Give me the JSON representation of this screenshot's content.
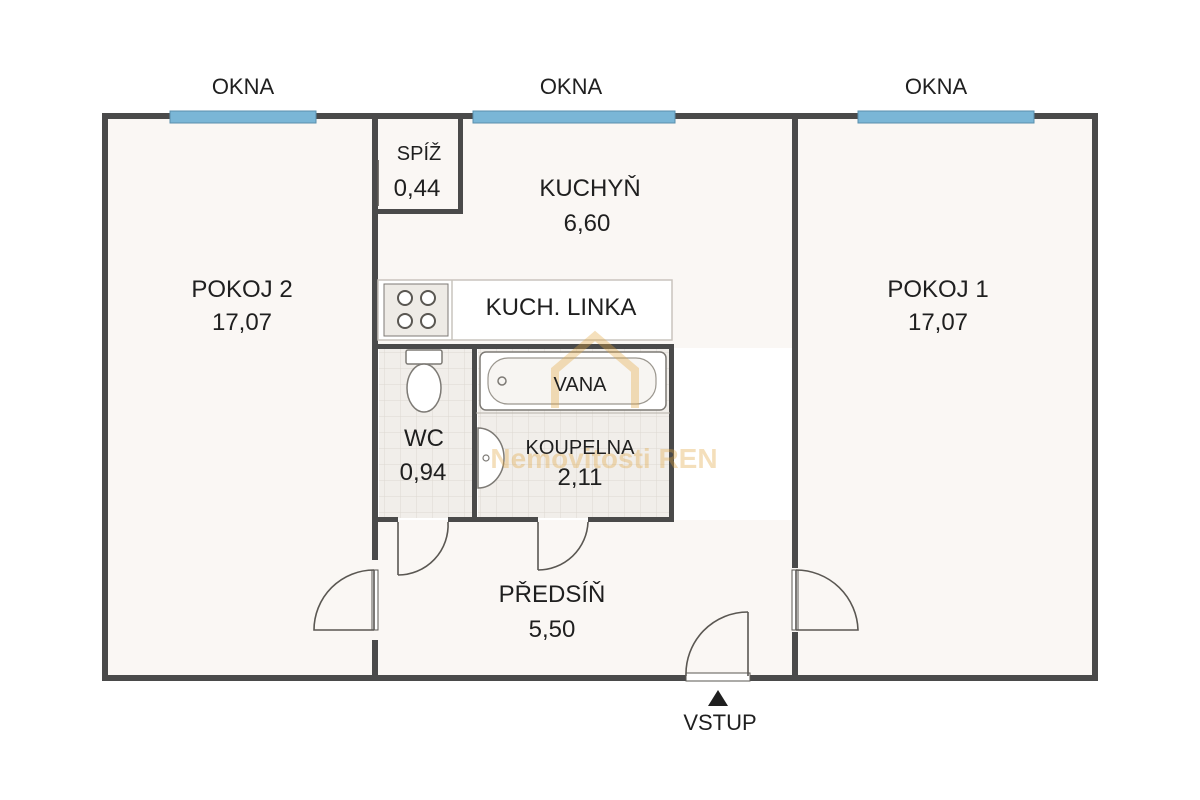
{
  "windows": {
    "left": "OKNA",
    "center": "OKNA",
    "right": "OKNA"
  },
  "rooms": {
    "pokoj2": {
      "name": "POKOJ 2",
      "area": "17,07"
    },
    "spiz": {
      "name": "SPÍŽ",
      "area": "0,44"
    },
    "kuchyn": {
      "name": "KUCHYŇ",
      "area": "6,60"
    },
    "pokoj1": {
      "name": "POKOJ 1",
      "area": "17,07"
    },
    "wc": {
      "name": "WC",
      "area": "0,94"
    },
    "koupelna": {
      "name": "KOUPELNA",
      "area": "2,11"
    },
    "predsin": {
      "name": "PŘEDSÍŇ",
      "area": "5,50"
    }
  },
  "fixtures": {
    "counter": "KUCH. LINKA",
    "bath": "VANA"
  },
  "entrance": "VSTUP",
  "watermark": {
    "brand": "Nemovitosti REN"
  },
  "colors": {
    "wall": "#4a4a4a",
    "floor": "#faf7f4",
    "window": "#7ab6d6",
    "tile": "#e9e5df"
  }
}
